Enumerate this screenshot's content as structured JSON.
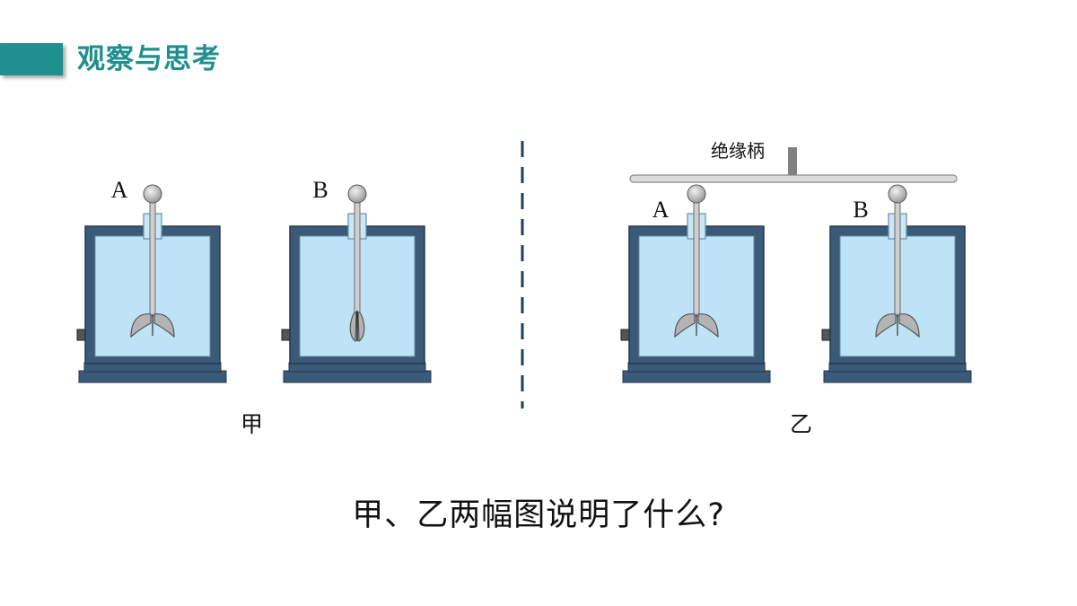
{
  "header": {
    "title": "观察与思考"
  },
  "diagram": {
    "handle_label": "绝缘柄",
    "electroscopes": [
      {
        "group": "甲",
        "label": "A",
        "leaves": "diverged"
      },
      {
        "group": "甲",
        "label": "B",
        "leaves": "closed"
      },
      {
        "group": "乙",
        "label": "A",
        "leaves": "diverged"
      },
      {
        "group": "乙",
        "label": "B",
        "leaves": "diverged"
      }
    ]
  },
  "captions": {
    "left": "甲",
    "right": "乙"
  },
  "question": "甲、乙两幅图说明了什么?",
  "colors": {
    "accent": "#1f8f8f",
    "frame": "#3a5a78",
    "glass": "#bfe3f6",
    "metal": "#cfcfcf",
    "handle": "#808080"
  }
}
